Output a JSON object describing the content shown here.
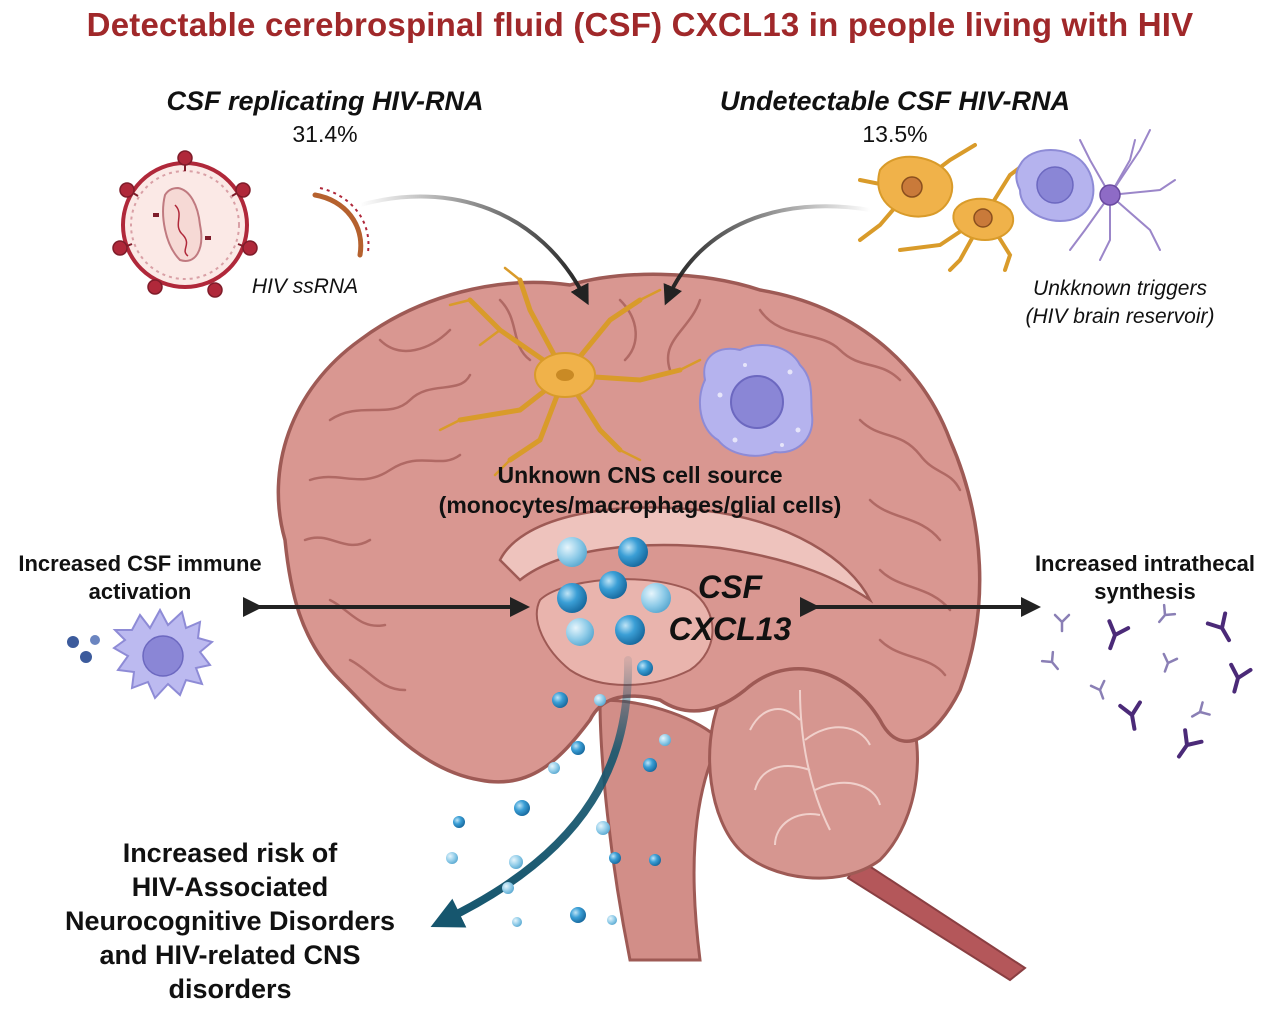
{
  "title": "Detectable cerebrospinal fluid (CSF) CXCL13 in people living with HIV",
  "left_header": {
    "label": "CSF replicating HIV-RNA",
    "percent": "31.4%"
  },
  "right_header": {
    "label": "Undetectable CSF HIV-RNA",
    "percent": "13.5%"
  },
  "hiv_ssrna_label": "HIV ssRNA",
  "triggers": {
    "line1": "Unkknown triggers",
    "line2": "(HIV brain reservoir)"
  },
  "cns_source": {
    "line1": "Unknown CNS cell source",
    "line2": "(monocytes/macrophages/glial cells)"
  },
  "immune_activation": {
    "line1": "Increased CSF immune",
    "line2": "activation"
  },
  "intrathecal": {
    "line1": "Increased intrathecal",
    "line2": "synthesis"
  },
  "csf_marker": {
    "line1": "CSF",
    "line2": "CXCL13"
  },
  "risk": {
    "line1": "Increased risk of",
    "line2": "HIV-Associated",
    "line3": "Neurocognitive Disorders",
    "line4": "and HIV-related CNS",
    "line5": "disorders"
  },
  "colors": {
    "title": "#a0282a",
    "brain_fill": "#d99791",
    "brain_stroke": "#9e5a55",
    "csf_blue": "#2a8bc4",
    "arrow_teal": "#16566e",
    "astrocyte": "#f0b24a",
    "macrophage": "#a9a7e6",
    "antibody": "#4b2a78",
    "virus": "#b0283a"
  }
}
